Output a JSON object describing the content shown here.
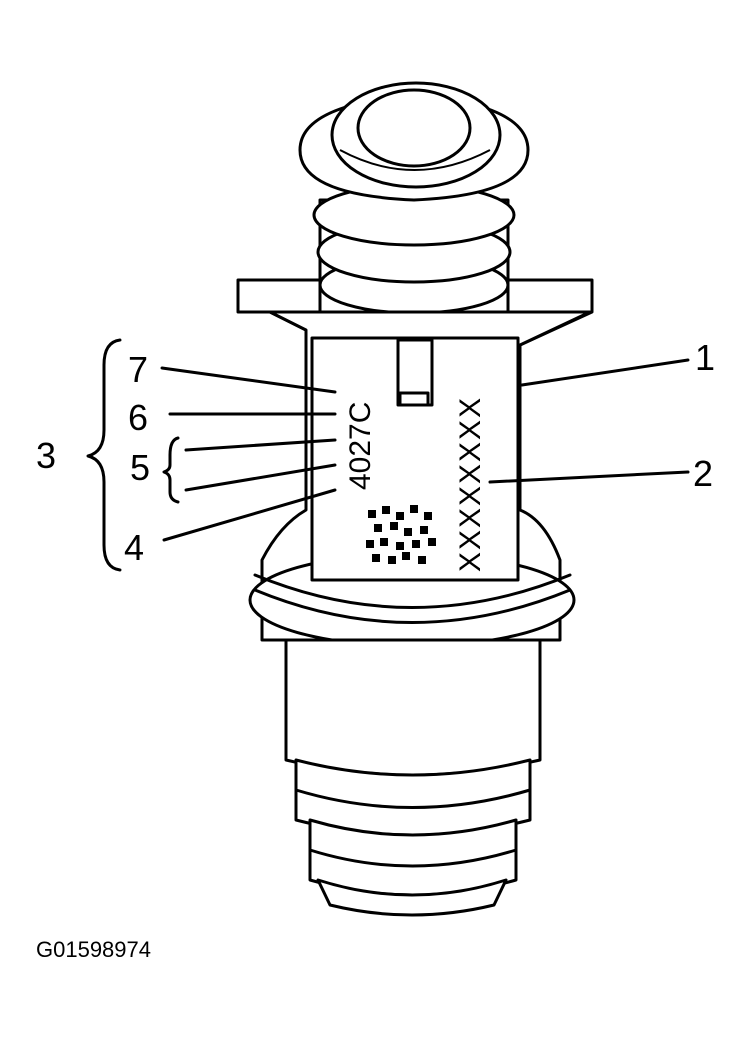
{
  "callouts": {
    "c1": "1",
    "c2": "2",
    "c3": "3",
    "c4": "4",
    "c5": "5",
    "c6": "6",
    "c7": "7"
  },
  "label": {
    "part_code": "4027C",
    "serial": "XXXXXXXX"
  },
  "figure_id": "G01598974"
}
